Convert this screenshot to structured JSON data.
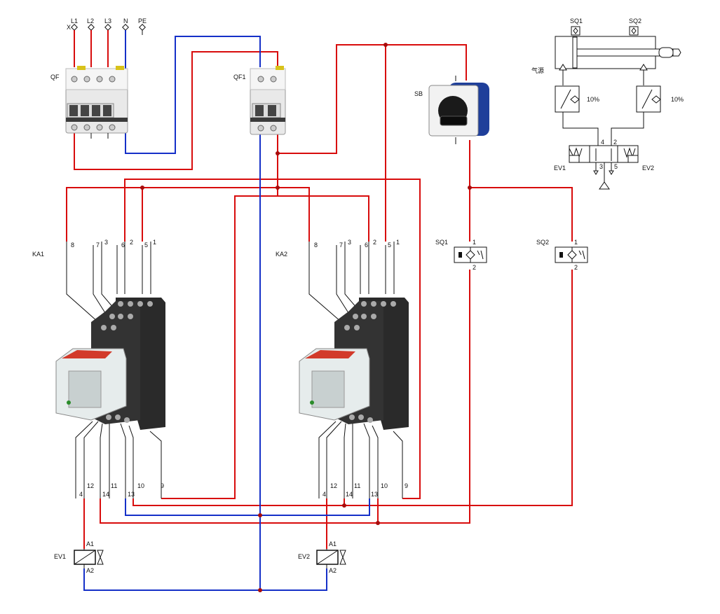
{
  "supply": {
    "terminals": [
      "L1",
      "L2",
      "L3",
      "N",
      "PE"
    ],
    "marker": "X"
  },
  "breakers": [
    {
      "name": "QF"
    },
    {
      "name": "QF1"
    }
  ],
  "selector_switch": {
    "name": "SB"
  },
  "relays": [
    {
      "name": "KA1",
      "top_pins": [
        "8",
        "7",
        "3",
        "6",
        "2",
        "5",
        "1"
      ],
      "bottom_pins": [
        "4",
        "12",
        "14",
        "11",
        "13",
        "10",
        "9"
      ]
    },
    {
      "name": "KA2",
      "top_pins": [
        "8",
        "7",
        "3",
        "6",
        "2",
        "5",
        "1"
      ],
      "bottom_pins": [
        "4",
        "12",
        "14",
        "11",
        "13",
        "10",
        "9"
      ]
    }
  ],
  "limit_switches": [
    {
      "name": "SQ1",
      "pin_top": "1",
      "pin_bottom": "2"
    },
    {
      "name": "SQ2",
      "pin_top": "1",
      "pin_bottom": "2"
    }
  ],
  "coils": [
    {
      "name": "EV1",
      "a1": "A1",
      "a2": "A2"
    },
    {
      "name": "EV2",
      "a1": "A1",
      "a2": "A2"
    }
  ],
  "pneumatic": {
    "cylinder_sensors": [
      "SQ1",
      "SQ2"
    ],
    "flow_left": "10%",
    "flow_right": "10%",
    "valve_ports": [
      "4",
      "2",
      "3",
      "5"
    ],
    "valve_solenoids": [
      "EV1",
      "EV2"
    ],
    "air_source": "气源"
  },
  "colors": {
    "phase_wire": "#d80c0c",
    "neutral_wire": "#1530c8",
    "junction": "#a80c0c",
    "relay_body": "#2a2a2a",
    "switch_collar": "#1f3f9a"
  }
}
